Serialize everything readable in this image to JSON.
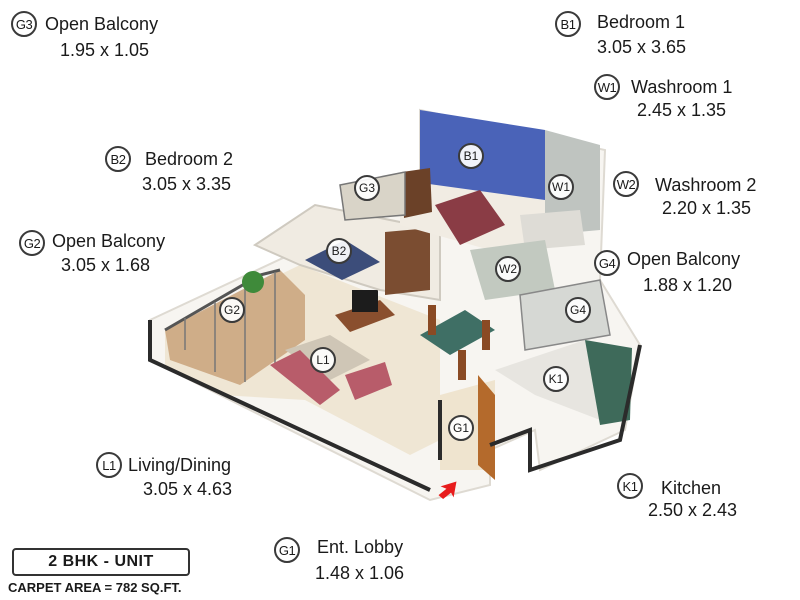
{
  "legend": [
    {
      "id": "g3",
      "code": "G3",
      "name": "Open Balcony",
      "dims": "1.95 x 1.05"
    },
    {
      "id": "b1",
      "code": "B1",
      "name": "Bedroom 1",
      "dims": "3.05 x 3.65"
    },
    {
      "id": "w1",
      "code": "W1",
      "name": "Washroom 1",
      "dims": "2.45 x 1.35"
    },
    {
      "id": "b2",
      "code": "B2",
      "name": "Bedroom 2",
      "dims": "3.05 x 3.35"
    },
    {
      "id": "w2",
      "code": "W2",
      "name": "Washroom 2",
      "dims": "2.20 x 1.35"
    },
    {
      "id": "g2",
      "code": "G2",
      "name": "Open Balcony",
      "dims": "3.05 x 1.68"
    },
    {
      "id": "g4",
      "code": "G4",
      "name": "Open Balcony",
      "dims": "1.88 x 1.20"
    },
    {
      "id": "l1",
      "code": "L1",
      "name": "Living/Dining",
      "dims": "3.05 x 4.63"
    },
    {
      "id": "k1",
      "code": "K1",
      "name": "Kitchen",
      "dims": "2.50 x 2.43"
    },
    {
      "id": "g1",
      "code": "G1",
      "name": "Ent. Lobby",
      "dims": "1.48 x 1.06"
    }
  ],
  "markers": {
    "b1": "B1",
    "w1": "W1",
    "g3": "G3",
    "b2": "B2",
    "w2": "W2",
    "g2": "G2",
    "g4": "G4",
    "l1": "L1",
    "k1": "K1",
    "g1": "G1"
  },
  "unit": {
    "type": "2 BHK - UNIT",
    "carpet_area": "CARPET AREA = 782 SQ.FT."
  },
  "colors": {
    "wall": "#f4f2ee",
    "floor": "#efe6d4",
    "accent_wall": "#4a63b8",
    "entry_arrow": "#e81c1c",
    "tile": "#bfc4c0",
    "kitchen": "#3e6a5a"
  }
}
